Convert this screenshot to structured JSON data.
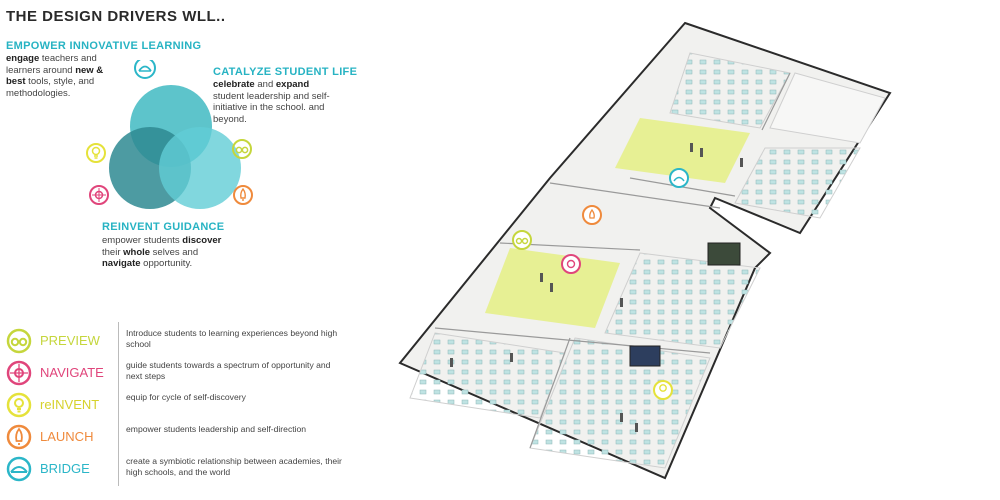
{
  "title": "THE DESIGN DRIVERS WLL..",
  "drivers": {
    "empower": {
      "heading": "EMPOWER INNOVATIVE LEARNING",
      "t1": "engage",
      "t2": " teachers and learners around ",
      "t3": "new & best",
      "t4": " tools, style, and methodologies."
    },
    "catalyze": {
      "heading": "CATALYZE STUDENT LIFE",
      "t1": "celebrate",
      "t2": " and ",
      "t3": "expand",
      "t4": " student leadership and self-initiative in the school. and beyond."
    },
    "reinvent": {
      "heading": "REINVENT GUIDANCE",
      "t1": "empower students ",
      "t2": "discover",
      "t3": " their ",
      "t4": "whole",
      "t5": " selves and ",
      "t6": "navigate",
      "t7": " opportunity."
    }
  },
  "legend": [
    {
      "label": "PREVIEW",
      "icon": "binoculars-icon",
      "color": "#c5d63c",
      "desc": "Introduce students to learning experiences beyond high school"
    },
    {
      "label": "NAVIGATE",
      "icon": "compass-icon",
      "color": "#e0457b",
      "desc": "guide students towards a spectrum of opportunity and next steps"
    },
    {
      "label": "reINVENT",
      "icon": "lightbulb-icon",
      "color": "#e5e23a",
      "desc": "equip for cycle of self-discovery"
    },
    {
      "label": "LAUNCH",
      "icon": "rocket-icon",
      "color": "#ef8a3c",
      "desc": "empower students leadership and self-direction"
    },
    {
      "label": "BRIDGE",
      "icon": "bridge-icon",
      "color": "#2bb6c8",
      "desc": "create a symbiotic relationship between academies, their high schools, and the world"
    }
  ],
  "colors": {
    "teal_light": "#5cc6cc",
    "teal_dark": "#2f8f97",
    "floor_highlight": "#e6f08a",
    "wall": "#2b2b2b"
  }
}
